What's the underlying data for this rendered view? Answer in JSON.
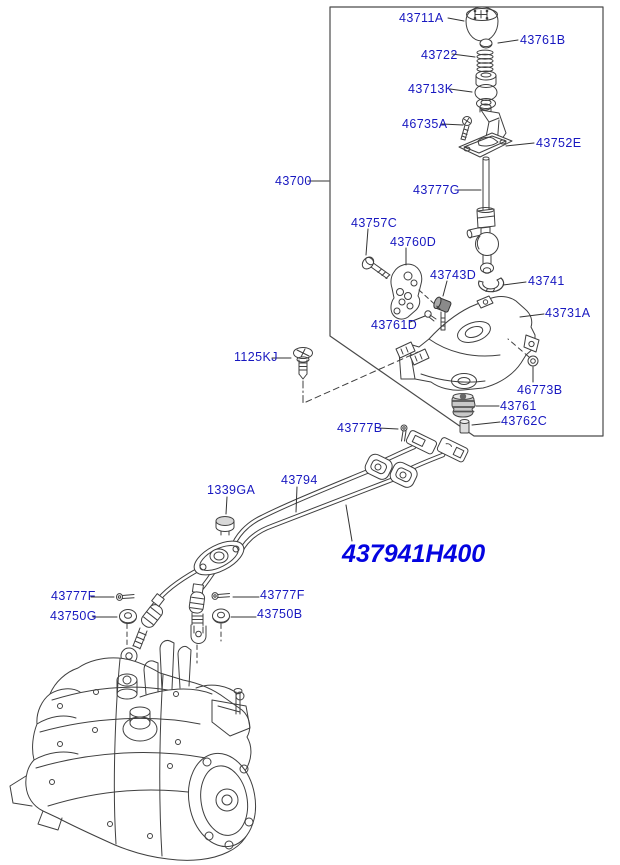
{
  "figure": {
    "highlighted_part_number": "437941H400",
    "labels": [
      {
        "id": "43711A",
        "text": "43711A"
      },
      {
        "id": "43761B",
        "text": "43761B"
      },
      {
        "id": "43722",
        "text": "43722"
      },
      {
        "id": "43713K",
        "text": "43713K"
      },
      {
        "id": "46735A",
        "text": "46735A"
      },
      {
        "id": "43752E",
        "text": "43752E"
      },
      {
        "id": "43700",
        "text": "43700"
      },
      {
        "id": "43777G",
        "text": "43777G"
      },
      {
        "id": "43757C",
        "text": "43757C"
      },
      {
        "id": "43760D",
        "text": "43760D"
      },
      {
        "id": "43743D",
        "text": "43743D"
      },
      {
        "id": "43741",
        "text": "43741"
      },
      {
        "id": "43731A",
        "text": "43731A"
      },
      {
        "id": "43761D",
        "text": "43761D"
      },
      {
        "id": "1125KJ",
        "text": "1125KJ"
      },
      {
        "id": "46773B",
        "text": "46773B"
      },
      {
        "id": "43761",
        "text": "43761"
      },
      {
        "id": "43762C",
        "text": "43762C"
      },
      {
        "id": "43777B",
        "text": "43777B"
      },
      {
        "id": "43794",
        "text": "43794"
      },
      {
        "id": "1339GA",
        "text": "1339GA"
      },
      {
        "id": "43777F-left",
        "text": "43777F"
      },
      {
        "id": "43750G",
        "text": "43750G"
      },
      {
        "id": "43777F-right",
        "text": "43777F"
      },
      {
        "id": "43750B",
        "text": "43750B"
      }
    ]
  },
  "colors": {
    "label_text": "#1818c0",
    "highlight_text": "#0404e0",
    "line_art": "#3f3f3f",
    "background": "#ffffff"
  }
}
